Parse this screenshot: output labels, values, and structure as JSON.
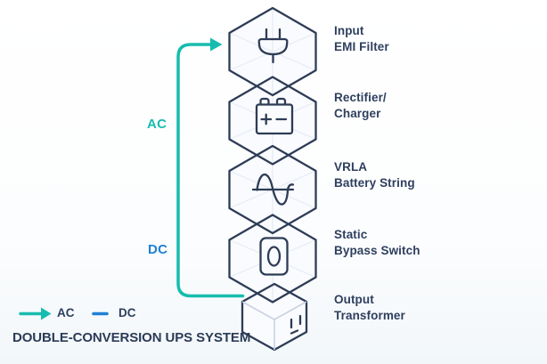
{
  "title": "DOUBLE-CONVERSION UPS SYSTEM",
  "flow_labels": {
    "ac": "AC",
    "dc": "DC"
  },
  "legend": {
    "ac_label": "AC",
    "dc_label": "DC"
  },
  "nodes": [
    {
      "line1": "Input",
      "line2": "EMI Filter",
      "icon": "plug-icon"
    },
    {
      "line1": "Rectifier/",
      "line2": "Charger",
      "icon": "battery-icon"
    },
    {
      "line1": "VRLA",
      "line2": "Battery String",
      "icon": "sine-wave-icon"
    },
    {
      "line1": "Static",
      "line2": "Bypass Switch",
      "icon": "switch-icon"
    },
    {
      "line1": "Output",
      "line2": "Transformer",
      "icon": "outlet-icon"
    }
  ],
  "colors": {
    "ac_teal": "#17bcae",
    "dc_blue": "#1f80d4",
    "outline_navy": "#2d3c56",
    "text_navy": "#2e3f5e",
    "hex_fill": "#fafbfe",
    "hex_facet_line": "#e9edf7"
  }
}
